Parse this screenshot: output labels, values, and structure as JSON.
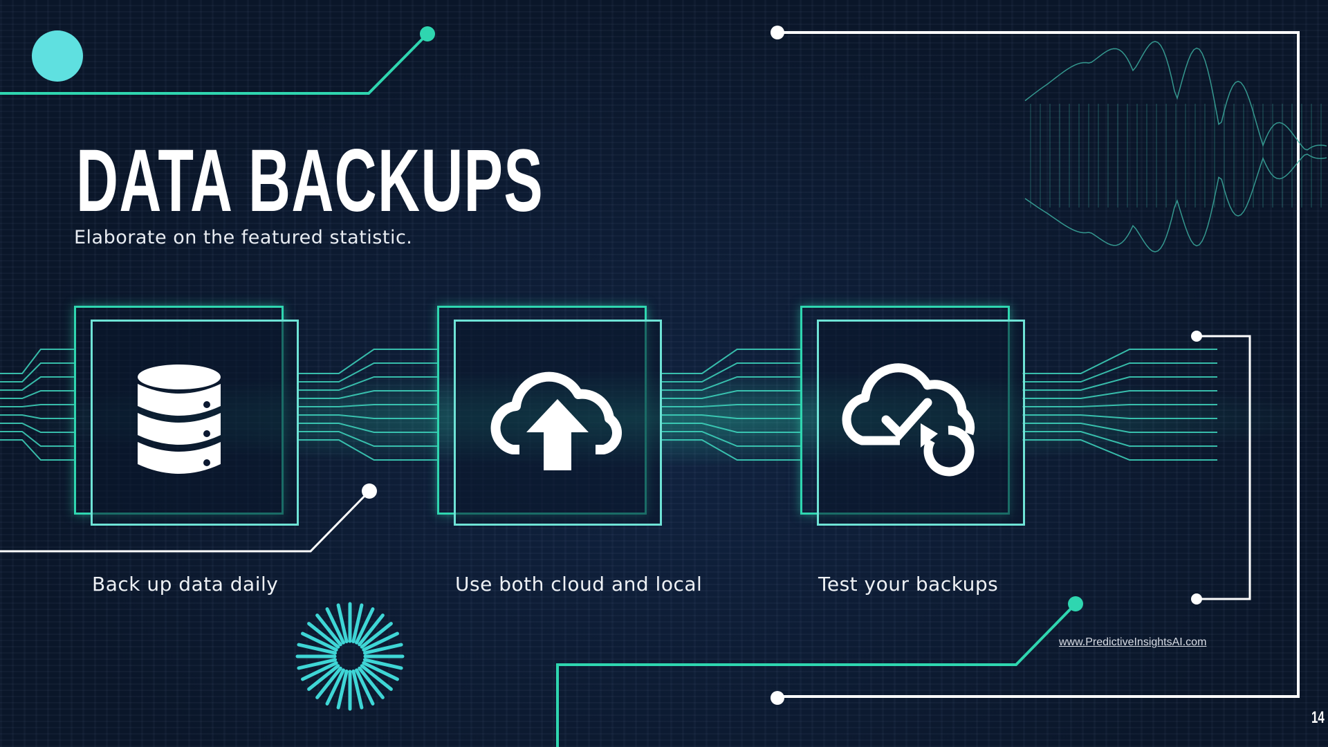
{
  "slide": {
    "title": "DATA BACKUPS",
    "subtitle": "Elaborate on the featured statistic.",
    "items": [
      {
        "label": "Back up data daily",
        "icon": "database-icon"
      },
      {
        "label": "Use both cloud and local",
        "icon": "cloud-upload-icon"
      },
      {
        "label": "Test your backups",
        "icon": "cloud-check-restore-icon"
      }
    ],
    "url": "www.PredictiveInsightsAI.com",
    "page_number": "14"
  },
  "colors": {
    "background": "#0b1830",
    "accent": "#2fd6b0",
    "accent_light": "#6fe3d6",
    "line_white": "#ffffff"
  }
}
